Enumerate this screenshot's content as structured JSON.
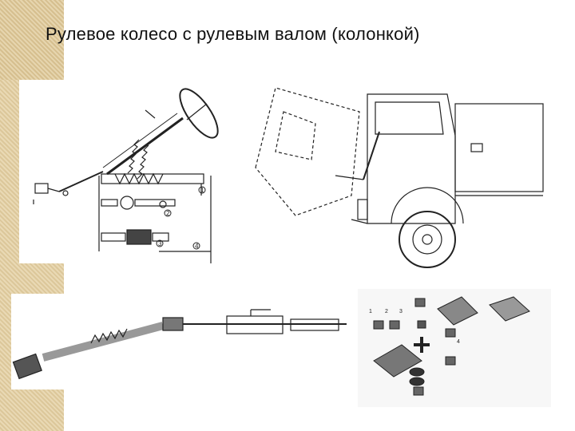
{
  "slide": {
    "title": "Рулевое колесо с рулевым валом (колонкой)"
  },
  "figure1": {
    "callouts": [
      "1",
      "2",
      "3",
      "4"
    ]
  },
  "figure4": {
    "callouts": [
      "1",
      "2",
      "3",
      "4"
    ]
  },
  "colors": {
    "accent": "#dcc79a",
    "ink": "#222222"
  }
}
